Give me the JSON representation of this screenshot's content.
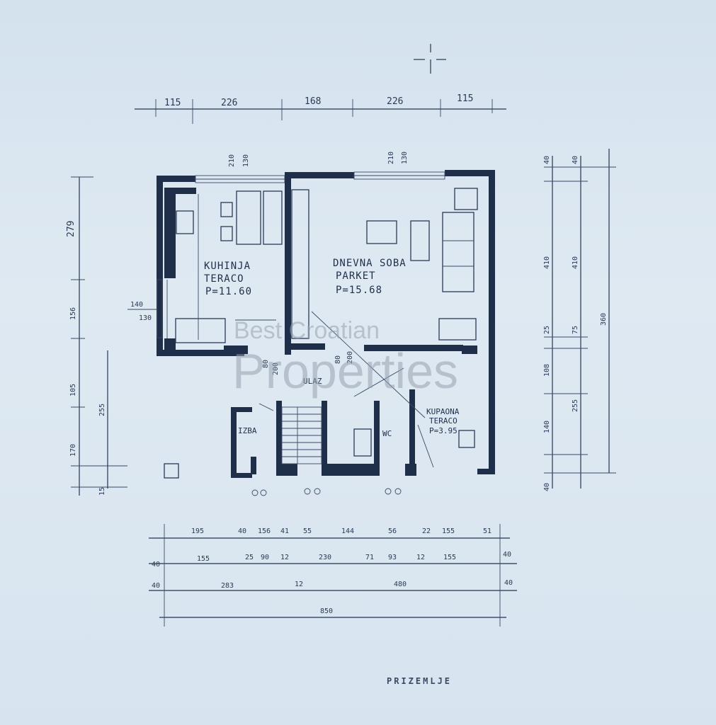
{
  "watermark": {
    "line1": "Best Croatian",
    "line2": "Properties"
  },
  "floor_title": "PRIZEMLJE",
  "rooms": {
    "kitchen": {
      "name": "KUHINJA",
      "floor": "TERACO",
      "area": "P=11.60"
    },
    "living": {
      "name": "DNEVNA SOBA",
      "floor": "PARKET",
      "area": "P=15.68"
    },
    "bath": {
      "name": "KUPAONA",
      "floor": "TERACO",
      "area": "P=3.95"
    },
    "entry": {
      "name": "ULAZ",
      "floor": ""
    },
    "stair": {
      "name": "IZBA"
    },
    "wc": {
      "name": "WC"
    }
  },
  "dims": {
    "top": [
      "115",
      "226",
      "168",
      "226",
      "115"
    ],
    "window_kitchen": [
      "210",
      "130"
    ],
    "window_living": [
      "210",
      "130"
    ],
    "left": [
      "279",
      "156",
      "105",
      "255",
      "170",
      "15"
    ],
    "left_small": [
      "140",
      "130"
    ],
    "right": [
      "40",
      "40",
      "410",
      "410",
      "25",
      "75",
      "108",
      "255",
      "140",
      "360",
      "40"
    ],
    "door": [
      "80",
      "200",
      "80",
      "200"
    ],
    "bottom_row1": [
      "195",
      "40",
      "156",
      "41",
      "55",
      "144",
      "56",
      "22",
      "155",
      "51"
    ],
    "bottom_row2": [
      "40",
      "155",
      "25",
      "90",
      "12",
      "230",
      "71",
      "93",
      "12",
      "155",
      "40"
    ],
    "bottom_row3": [
      "40",
      "283",
      "12",
      "480",
      "40"
    ],
    "total": "850"
  }
}
